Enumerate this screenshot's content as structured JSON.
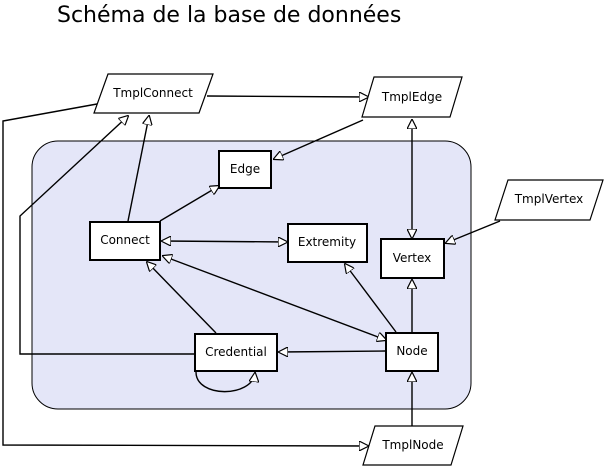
{
  "title": "Schéma de la base de données",
  "nodes": {
    "tmplconnect": "TmplConnect",
    "tmpledge": "TmplEdge",
    "tmplvertex": "TmplVertex",
    "tmplnode": "TmplNode",
    "edge": "Edge",
    "connect": "Connect",
    "extremity": "Extremity",
    "vertex": "Vertex",
    "credential": "Credential",
    "node": "Node"
  }
}
